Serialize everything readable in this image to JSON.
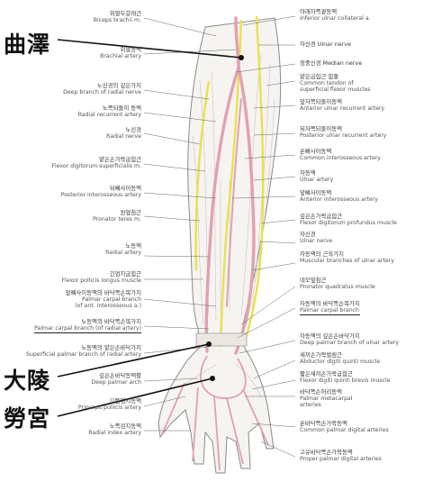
{
  "acupoints": [
    "曲澤",
    "大陵",
    "勞宮"
  ],
  "left_labels": [
    {
      "ko": "위팔두갈래근",
      "en": "Biceps brachii m."
    },
    {
      "ko": "위팔동맥",
      "en": "Brachial artery"
    },
    {
      "ko": "노신경의 깊은가지",
      "en": "Deep branch of radial nerve"
    },
    {
      "ko": "노쪽되돌이 동맥",
      "en": "Radial recurrent artery"
    },
    {
      "ko": "노신경",
      "en": "Radial nerve"
    },
    {
      "ko": "얕은손가락굽힘근",
      "en": "Flexor digitorum superficialis m."
    },
    {
      "ko": "뒤뼈사이동맥",
      "en": "Posterior interosseous artery"
    },
    {
      "ko": "원엎침근",
      "en": "Pronator teres m."
    },
    {
      "ko": "노동맥",
      "en": "Radial artery"
    },
    {
      "ko": "긴엄지굽힘근",
      "en": "Flexor pollicis longus muscle"
    },
    {
      "ko": "앞뼈사이동맥의 바닥쪽손목가지",
      "en": "Palmar carpal branch",
      "en2": "(of ant. interosseous a.)"
    },
    {
      "ko": "노동맥의 바닥쪽손목가지",
      "en": "Palmar carpal branch (of radial artery)"
    },
    {
      "ko": "노동맥의 얕은손바닥가지",
      "en": "Superficial palmar branch of radial artery"
    },
    {
      "ko": "깊은손바닥동맥활",
      "en": "Deep palmar arch"
    },
    {
      "ko": "으뜸엄지동맥",
      "en": "Princeps pollicis artery"
    },
    {
      "ko": "노쪽검지동맥",
      "en": "Radial index artery"
    }
  ],
  "right_labels": [
    {
      "ko": "아래자쪽곁동맥",
      "en": "Inferior ulnar collateral a."
    },
    {
      "ko": "자신경 Ulnar nerve",
      "en": ""
    },
    {
      "ko": "정중신경 Median nerve",
      "en": ""
    },
    {
      "ko": "얕은굽힘근 힘줄",
      "en": "Common tendon of",
      "en2": "superficial flexor muscles"
    },
    {
      "ko": "앞자쪽되돌이동맥",
      "en": "Anterior ulnar recurrent artery"
    },
    {
      "ko": "뒤자쪽되돌이동맥",
      "en": "Posterior ulnar recurrent artery"
    },
    {
      "ko": "온뼈사이동맥",
      "en": "Common interosseous artery"
    },
    {
      "ko": "자동맥",
      "en": "Ulnar artery"
    },
    {
      "ko": "앞뼈사이동맥",
      "en": "Anterior interosseous artery"
    },
    {
      "ko": "깊은손가락굽힘근",
      "en": "Flexor digitorum profundus muscle"
    },
    {
      "ko": "자신경",
      "en": "Ulnar nerve"
    },
    {
      "ko": "자동맥의 근육가지",
      "en": "Muscular branches of ulnar artery"
    },
    {
      "ko": "네모엎침근",
      "en": "Pronator quadratus muscle"
    },
    {
      "ko": "자동맥의 바닥쪽손목가지",
      "en": "Palmar carpal branch"
    },
    {
      "ko": "자동맥의 깊은손바닥가지",
      "en": "Deep palmar branch of ulnar artery"
    },
    {
      "ko": "새끼손가락벌림근",
      "en": "Abductor digiti quinti muscle"
    },
    {
      "ko": "짧은새끼손가락굽힘근",
      "en": "Flexor digiti quinti brevis muscle"
    },
    {
      "ko": "바닥쪽손허리동맥",
      "en": "Palmar metacarpal",
      "en2": "arteries"
    },
    {
      "ko": "온바닥쪽손가락동맥",
      "en": "Common palmar digital arteries"
    },
    {
      "ko": "고유바닥쪽손가락동맥",
      "en": "Proper palmar digital arteries"
    }
  ],
  "colors": {
    "artery": "#e8a6b4",
    "artery_dark": "#c86f84",
    "nerve": "#e9e24a",
    "muscle": "#f3f1ee",
    "outline": "#8a8a8a"
  }
}
